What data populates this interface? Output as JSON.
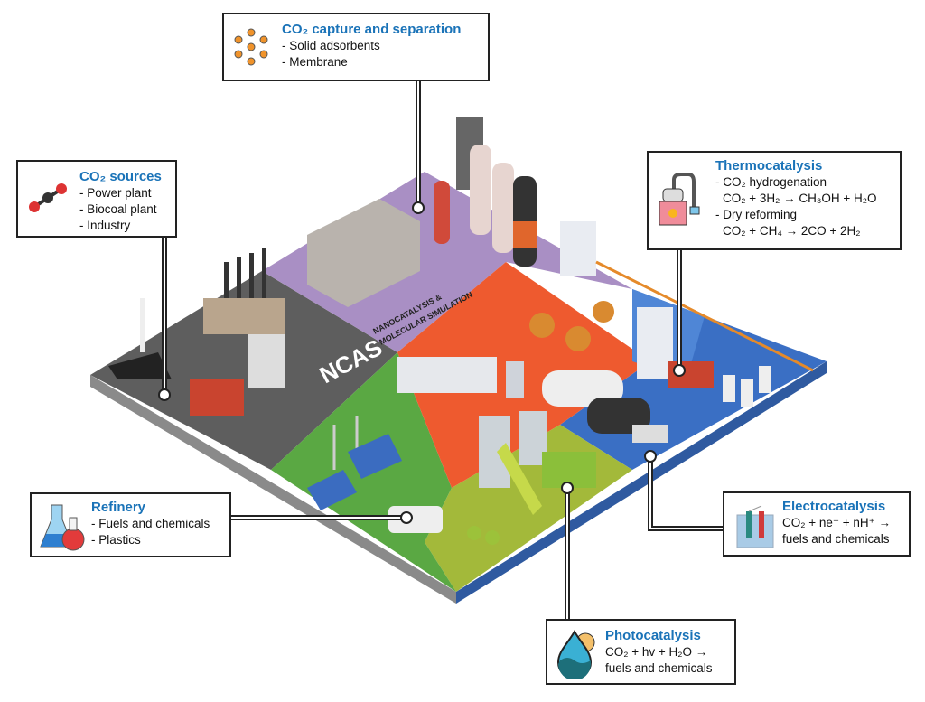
{
  "boxes": {
    "capture": {
      "title": "CO₂ capture and separation",
      "lines": [
        "- Solid adsorbents",
        "- Membrane"
      ],
      "icon": "porous-framework-icon"
    },
    "sources": {
      "title": "CO₂ sources",
      "lines": [
        "- Power plant",
        "- Biocoal plant",
        "- Industry"
      ],
      "icon": "co2-molecule-icon"
    },
    "thermo": {
      "title": "Thermocatalysis",
      "lines": [
        "- CO₂ hydrogenation",
        "  CO₂  + 3H₂ → CH₃OH + H₂O",
        "- Dry reforming",
        "  CO₂ + CH₄ → 2CO + 2H₂"
      ],
      "icon": "heated-reactor-icon"
    },
    "refinery": {
      "title": "Refinery",
      "lines": [
        "- Fuels and chemicals",
        "- Plastics"
      ],
      "icon": "flasks-icon"
    },
    "electro": {
      "title": "Electrocatalysis",
      "lines": [
        "CO₂ + ne⁻ + nH⁺ →",
        "fuels and chemicals"
      ],
      "icon": "electrolysis-cell-icon"
    },
    "photo": {
      "title": "Photocatalysis",
      "lines": [
        "CO₂ + hv + H₂O →",
        "fuels and chemicals"
      ],
      "icon": "water-sun-drop-icon"
    }
  },
  "center": {
    "logo": "NCAS",
    "subtitle_1": "NANOCATALYSIS &",
    "subtitle_2": "MOLECULAR SIMULATION"
  },
  "colors": {
    "title_blue": "#1a73b8",
    "center_red": "#ee5a2f",
    "purple": "#a98fc4",
    "gray": "#6d6d6d",
    "blue": "#3a6fc4",
    "green": "#5aa843",
    "olive": "#a3b93a"
  }
}
